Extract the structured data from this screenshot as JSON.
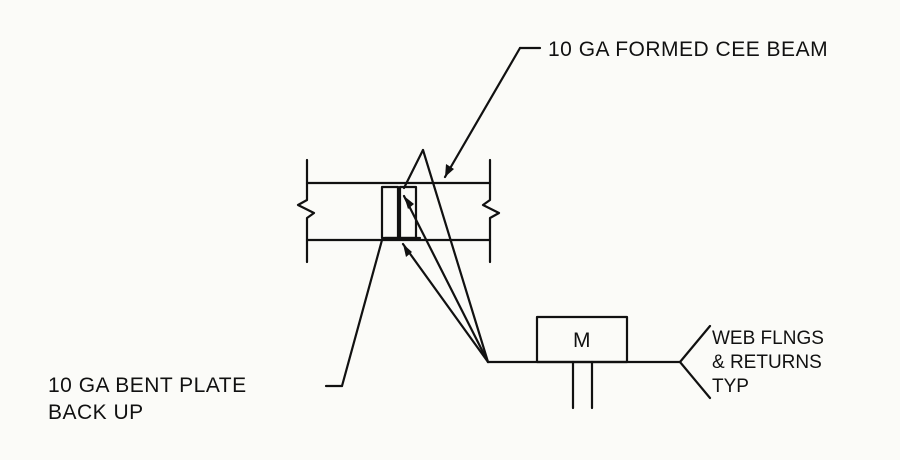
{
  "labels": {
    "beam": "10 GA FORMED CEE BEAM",
    "plate_line1": "10 GA BENT PLATE",
    "plate_line2": "BACK UP",
    "weld_symbol_letter": "M",
    "tail_line1": "WEB FLNGS",
    "tail_line2": "& RETURNS",
    "tail_line3": "TYP"
  },
  "colors": {
    "ink": "#111111",
    "paper": "#fbfbf8"
  }
}
